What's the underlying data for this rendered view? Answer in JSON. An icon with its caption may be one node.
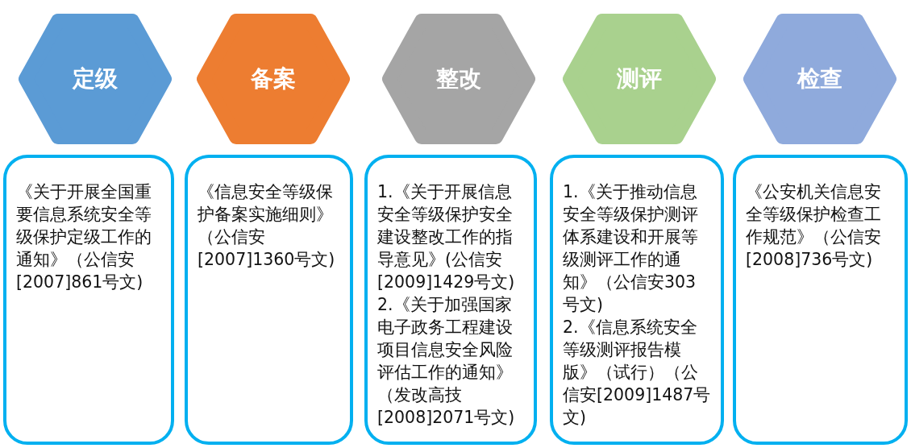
{
  "diagram": {
    "nodes": [
      {
        "text": [
          "定级"
        ]
      },
      {
        "text": [
          "备案"
        ]
      },
      {
        "text": [
          "整改"
        ]
      },
      {
        "text": [
          "测评"
        ]
      },
      {
        "text": [
          "检查"
        ]
      },
      {
        "text": [
          "《关于开展全国重要信息系统安全等级保护定级工作的通知》（公信安[2007]861号文)"
        ]
      },
      {
        "text": [
          "《信息安全等级保护备案实施细则》（公信安[2007]1360号文)"
        ]
      },
      {
        "text": [
          "1.《关于开展信息安全等级保护安全建设整改工作的指导意见》(公信安[2009]1429号文)",
          "2.《关于加强国家电子政务工程建设项目信息安全风险评估工作的通知》（发改高技[2008]2071号文)"
        ]
      },
      {
        "text": [
          "1.《关于推动信息安全等级保护测评体系建设和开展等级测评工作的通知》（公信安303号文)",
          "2.《信息系统安全等级测评报告模版》（试行）（公信安[2009]1487号文)"
        ]
      },
      {
        "text": [
          "《公安机关信息安全等级保护检查工作规范》（公信安[2008]736号文)"
        ]
      }
    ],
    "edges": []
  }
}
